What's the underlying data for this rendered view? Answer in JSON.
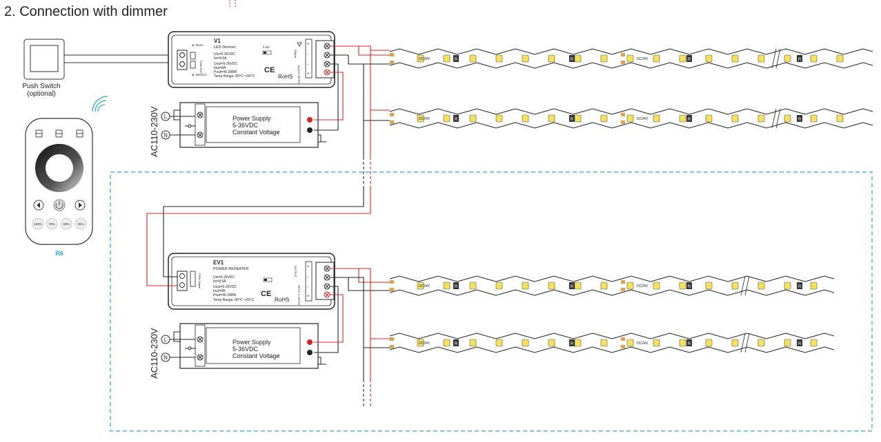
{
  "title": "2. Connection with dimmer",
  "push_switch": {
    "line1": "Push Switch",
    "line2": "(optional)"
  },
  "remote": {
    "name": "R6",
    "presets": [
      "100%",
      "75%",
      "50%",
      "25%"
    ]
  },
  "dimmer": {
    "model": "V1",
    "subtitle": "LED Dimmer",
    "run": "RUN",
    "match": "MATCH",
    "push_dim": "Push DIM",
    "rf": "2.4G",
    "spec1": "Uin=5-36VDC",
    "spec2": "Iin=8.5A",
    "spec3": "Uout=5-36VDC",
    "spec4": "Iout=8A",
    "spec5": "Pout=40-288W",
    "spec6": "Temp Range:-30°C~+55°C",
    "output": "Output",
    "input": "Input 5-36VDC",
    "ce": "CE",
    "rohs": "RoHS"
  },
  "repeater": {
    "model": "EV1",
    "subtitle": "POWER REPEATER",
    "pwm_signal": "PWM Signal",
    "spec1": "Uin=5-36VDC",
    "spec2": "Iin=8.5A",
    "spec3": "Uout=5-36VDC",
    "spec4": "Iout=8A",
    "spec5": "Pout=40-288W",
    "spec6": "Temp Range:-30°C~+55°C",
    "output": "OUTPUT",
    "input": "INPUT 5-36VDC",
    "ce": "CE",
    "rohs": "RoHS"
  },
  "power_supply": {
    "line1": "Power Supply",
    "line2": "5-36VDC",
    "line3": "Constant Voltage"
  },
  "mains_label": "AC110-230V",
  "terminal_L": "L",
  "terminal_N": "N",
  "strip_label": "DC24V",
  "chip_mark": "R",
  "colors": {
    "red_wire": "#e0201f",
    "black_wire": "#222222",
    "dashed_box": "#29a8e0",
    "led": "#f5e25a",
    "led_pad": "#e0a050"
  }
}
